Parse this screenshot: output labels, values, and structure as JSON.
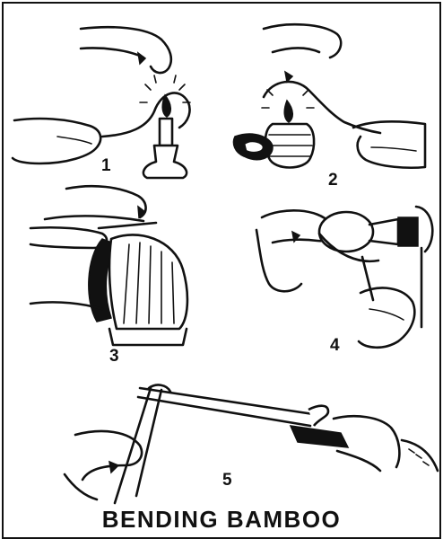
{
  "title": "BENDING BAMBOO",
  "figures": [
    {
      "number": "1",
      "subject": "candle"
    },
    {
      "number": "2",
      "subject": "spirit lamp"
    },
    {
      "number": "3",
      "subject": "iron"
    },
    {
      "number": "4",
      "subject": "light bulb"
    },
    {
      "number": "5",
      "subject": "soldering iron"
    }
  ]
}
